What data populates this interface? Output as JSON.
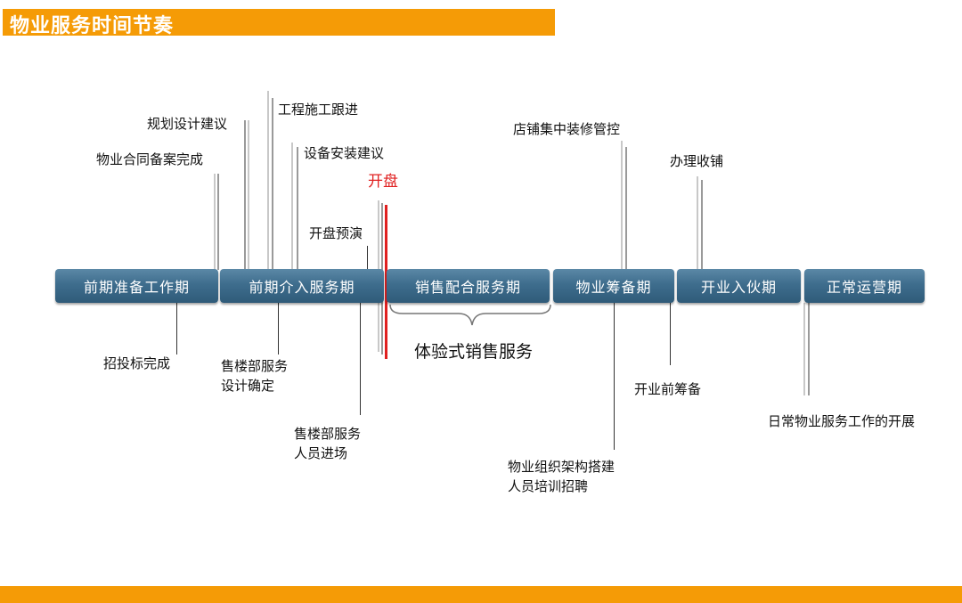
{
  "title": "物业服务时间节奏",
  "phases": [
    {
      "label": "前期准备工作期"
    },
    {
      "label": "前期介入服务期"
    },
    {
      "label": "销售配合服务期"
    },
    {
      "label": "物业筹备期"
    },
    {
      "label": "开业入伙期"
    },
    {
      "label": "正常运营期"
    }
  ],
  "top_labels": {
    "planning": "规划设计建议",
    "contract": "物业合同备案完成",
    "construction": "工程施工跟进",
    "equipment": "设备安装建议",
    "opening": "开盘",
    "rehearsal": "开盘预演",
    "decoration": "店铺集中装修管控",
    "handover": "办理收铺"
  },
  "bottom_labels": {
    "bidding": "招投标完成",
    "salesdesign_1": "售楼部服务",
    "salesdesign_2": "设计确定",
    "salesstaff_1": "售楼部服务",
    "salesstaff_2": "人员进场",
    "experience": "体验式销售服务",
    "org_1": "物业组织架构搭建",
    "org_2": "人员培训招聘",
    "preopening": "开业前筹备",
    "routine": "日常物业服务工作的开展"
  }
}
